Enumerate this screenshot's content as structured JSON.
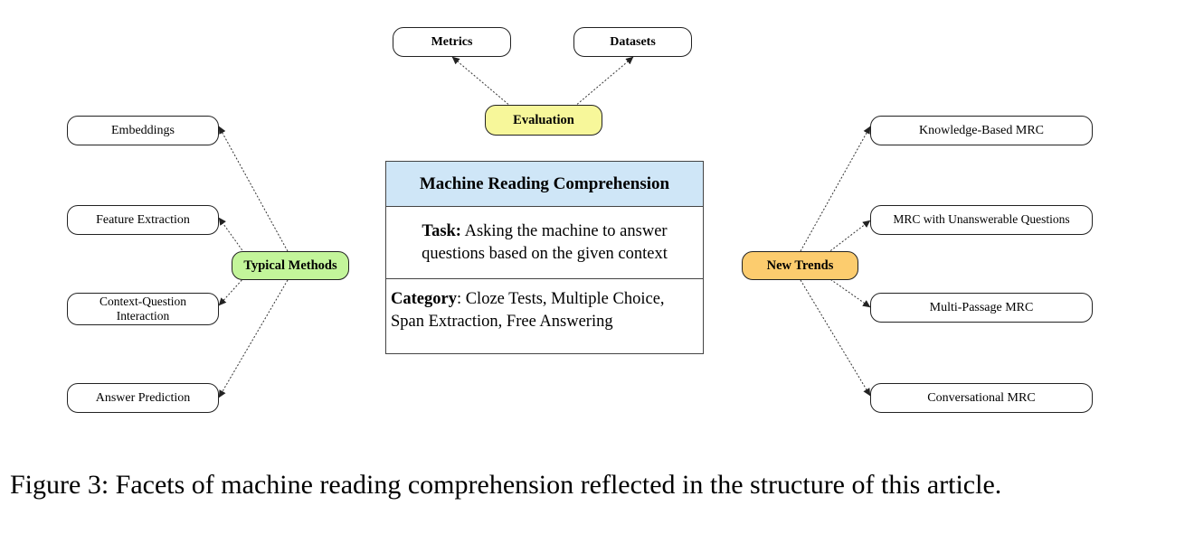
{
  "diagram": {
    "central": {
      "title": "Machine Reading Comprehension",
      "task_label": "Task:",
      "task_text": "Asking the machine to answer questions based on the given context",
      "category_label": "Category",
      "category_text": ": Cloze Tests, Multiple Choice, Span Extraction, Free Answering",
      "title_color": "#cfe6f7"
    },
    "evaluation": {
      "label": "Evaluation",
      "color": "#f7f79a",
      "children": [
        "Metrics",
        "Datasets"
      ]
    },
    "typical_methods": {
      "label": "Typical Methods",
      "color": "#c3f59a",
      "children": [
        "Embeddings",
        "Feature Extraction",
        "Context-Question Interaction",
        "Answer Prediction"
      ]
    },
    "new_trends": {
      "label": "New Trends",
      "color": "#fccc6e",
      "children": [
        "Knowledge-Based MRC",
        "MRC with Unanswerable Questions",
        "Multi-Passage MRC",
        "Conversational MRC"
      ]
    }
  },
  "caption": "Figure 3: Facets of machine reading comprehension reflected in the structure of this article."
}
